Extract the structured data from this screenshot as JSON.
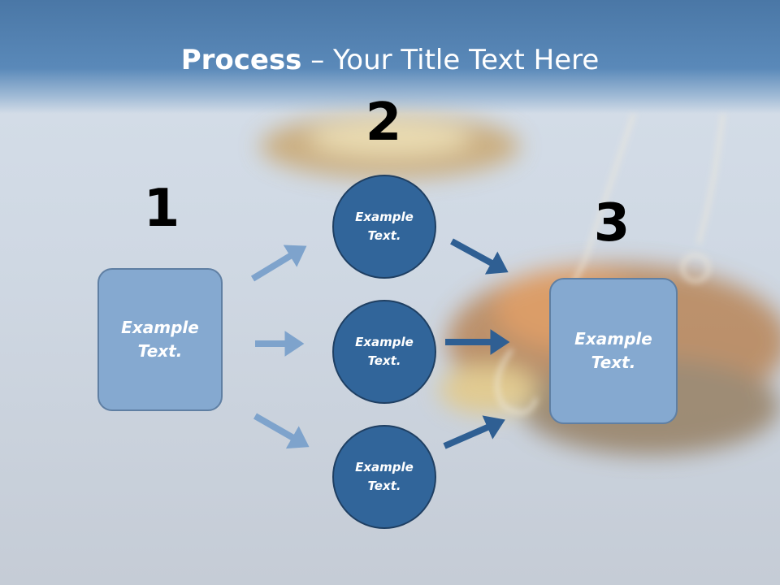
{
  "title": {
    "bold": "Process",
    "rest": " – Your Title Text Here"
  },
  "steps": [
    {
      "number": "1",
      "text": "Example Text."
    },
    {
      "number": "2",
      "items": [
        "Example Text.",
        "Example Text.",
        "Example Text."
      ]
    },
    {
      "number": "3",
      "text": "Example Text."
    }
  ],
  "colors": {
    "title_band": "#4a77a6",
    "box_fill": "#85a9d0",
    "circle_fill": "#31659a",
    "arrow_light": "#7ea3cc",
    "arrow_dark": "#2f5f93"
  }
}
